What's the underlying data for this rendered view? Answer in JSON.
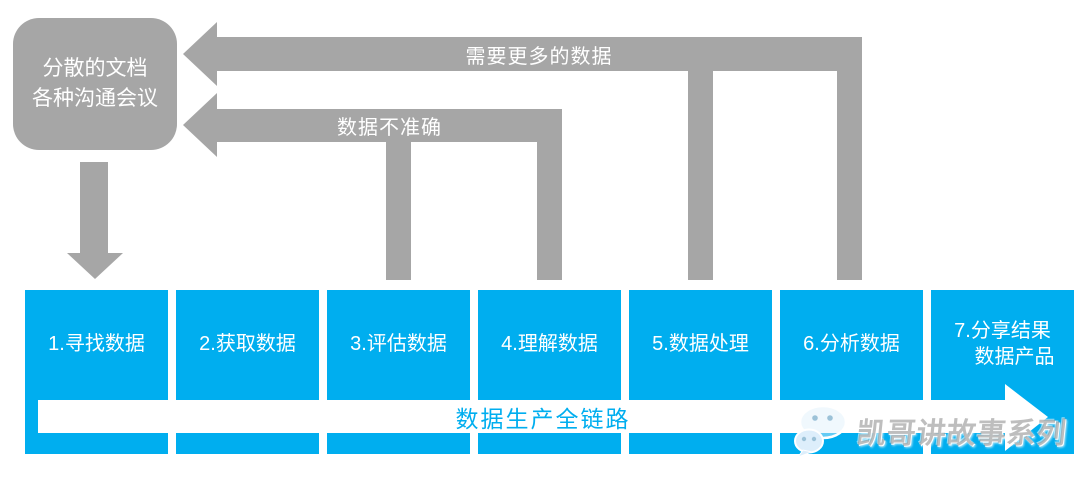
{
  "colors": {
    "blue": "#00AEEF",
    "gray": "#A6A6A6",
    "text_on_shapes": "#FFFFFF",
    "watermark_gray": "#969696"
  },
  "source_box": {
    "line1": "分散的文档",
    "line2": "各种沟通会议"
  },
  "feedback_arrows": {
    "need_more_data": {
      "label": "需要更多的数据"
    },
    "data_inaccurate": {
      "label": "数据不准确"
    }
  },
  "stages": [
    {
      "label": "1.寻找数据"
    },
    {
      "label": "2.获取数据"
    },
    {
      "label": "3.评估数据"
    },
    {
      "label": "4.理解数据"
    },
    {
      "label": "5.数据处理"
    },
    {
      "label": "6.分析数据"
    },
    {
      "label": "7.分享结果",
      "label2": "数据产品"
    }
  ],
  "pipeline_arrow": {
    "label": "数据生产全链路"
  },
  "watermark": {
    "icon": "wechat-icon",
    "text": "凯哥讲故事系列"
  }
}
